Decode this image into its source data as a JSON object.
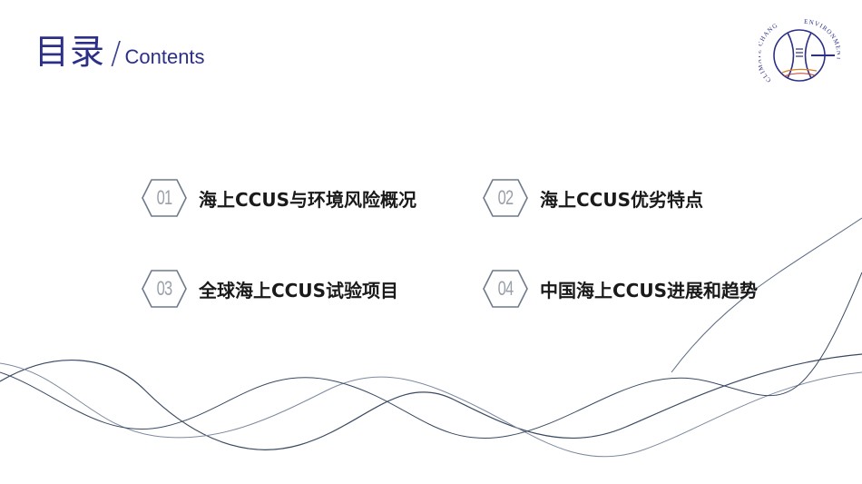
{
  "header": {
    "title": "目录",
    "slash": "/",
    "subtitle": "Contents"
  },
  "logo": {
    "left_text": "CLIMATE CHANGE",
    "right_text": "ENVIRONMENT",
    "icon": "climate-environment-logo-icon"
  },
  "agenda": [
    {
      "num": "01",
      "label": "海上CCUS与环境风险概况"
    },
    {
      "num": "02",
      "label": "海上CCUS优劣特点"
    },
    {
      "num": "03",
      "label": "全球海上CCUS试验项目"
    },
    {
      "num": "04",
      "label": "中国海上CCUS进展和趋势"
    }
  ],
  "colors": {
    "title": "#2c2f86",
    "badge_stroke": "#6e7a8c",
    "badge_num": "#9aa0aa",
    "label": "#1a1a1a",
    "wave": "#3a4a63",
    "wave_light": "#7d8aa0"
  }
}
